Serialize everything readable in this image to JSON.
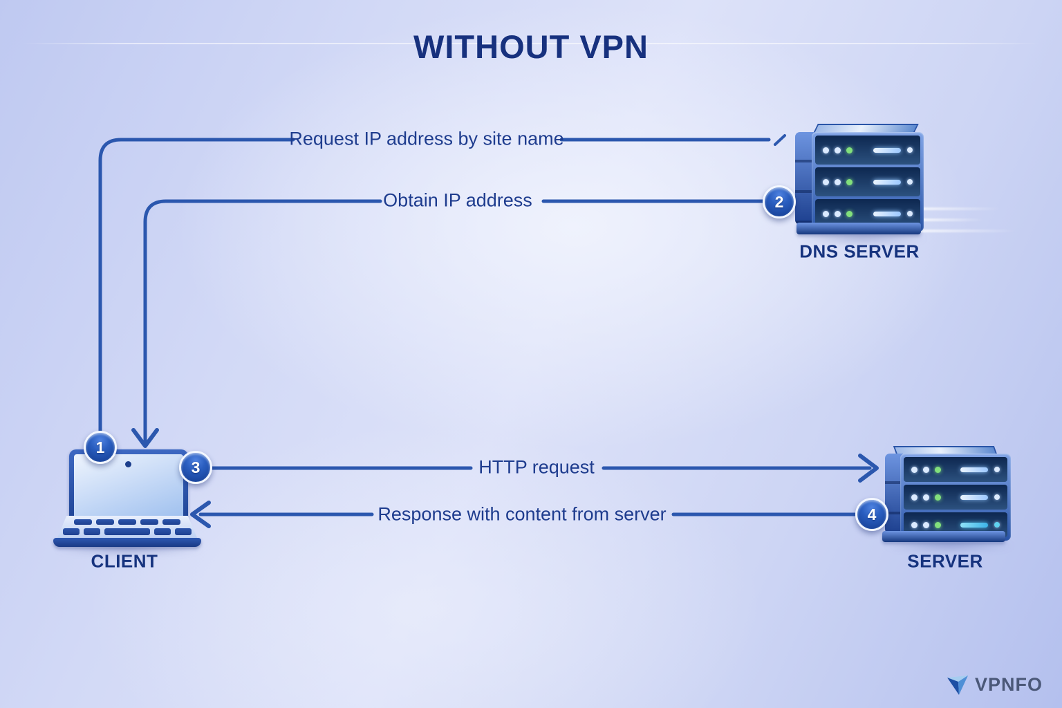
{
  "title": "WITHOUT VPN",
  "nodes": {
    "client": {
      "label": "CLIENT"
    },
    "dns": {
      "label": "DNS SERVER"
    },
    "server": {
      "label": "SERVER"
    }
  },
  "flows": [
    {
      "badge": "1",
      "label": "Request IP address by site name",
      "from": "client",
      "to": "dns"
    },
    {
      "badge": "2",
      "label": "Obtain IP address",
      "from": "dns",
      "to": "client"
    },
    {
      "badge": "3",
      "label": "HTTP request",
      "from": "client",
      "to": "server"
    },
    {
      "badge": "4",
      "label": "Response with content from server",
      "from": "server",
      "to": "client"
    }
  ],
  "logo": {
    "text": "VPNFO"
  },
  "colors": {
    "line": "#2b57ae",
    "title_text": "#17317e",
    "label_text": "#1e3c8e",
    "badge_fill": "#1e4aa0",
    "background": "#ccd4f3",
    "led_green": "#82e07c",
    "led_blue": "#dbeaff"
  }
}
